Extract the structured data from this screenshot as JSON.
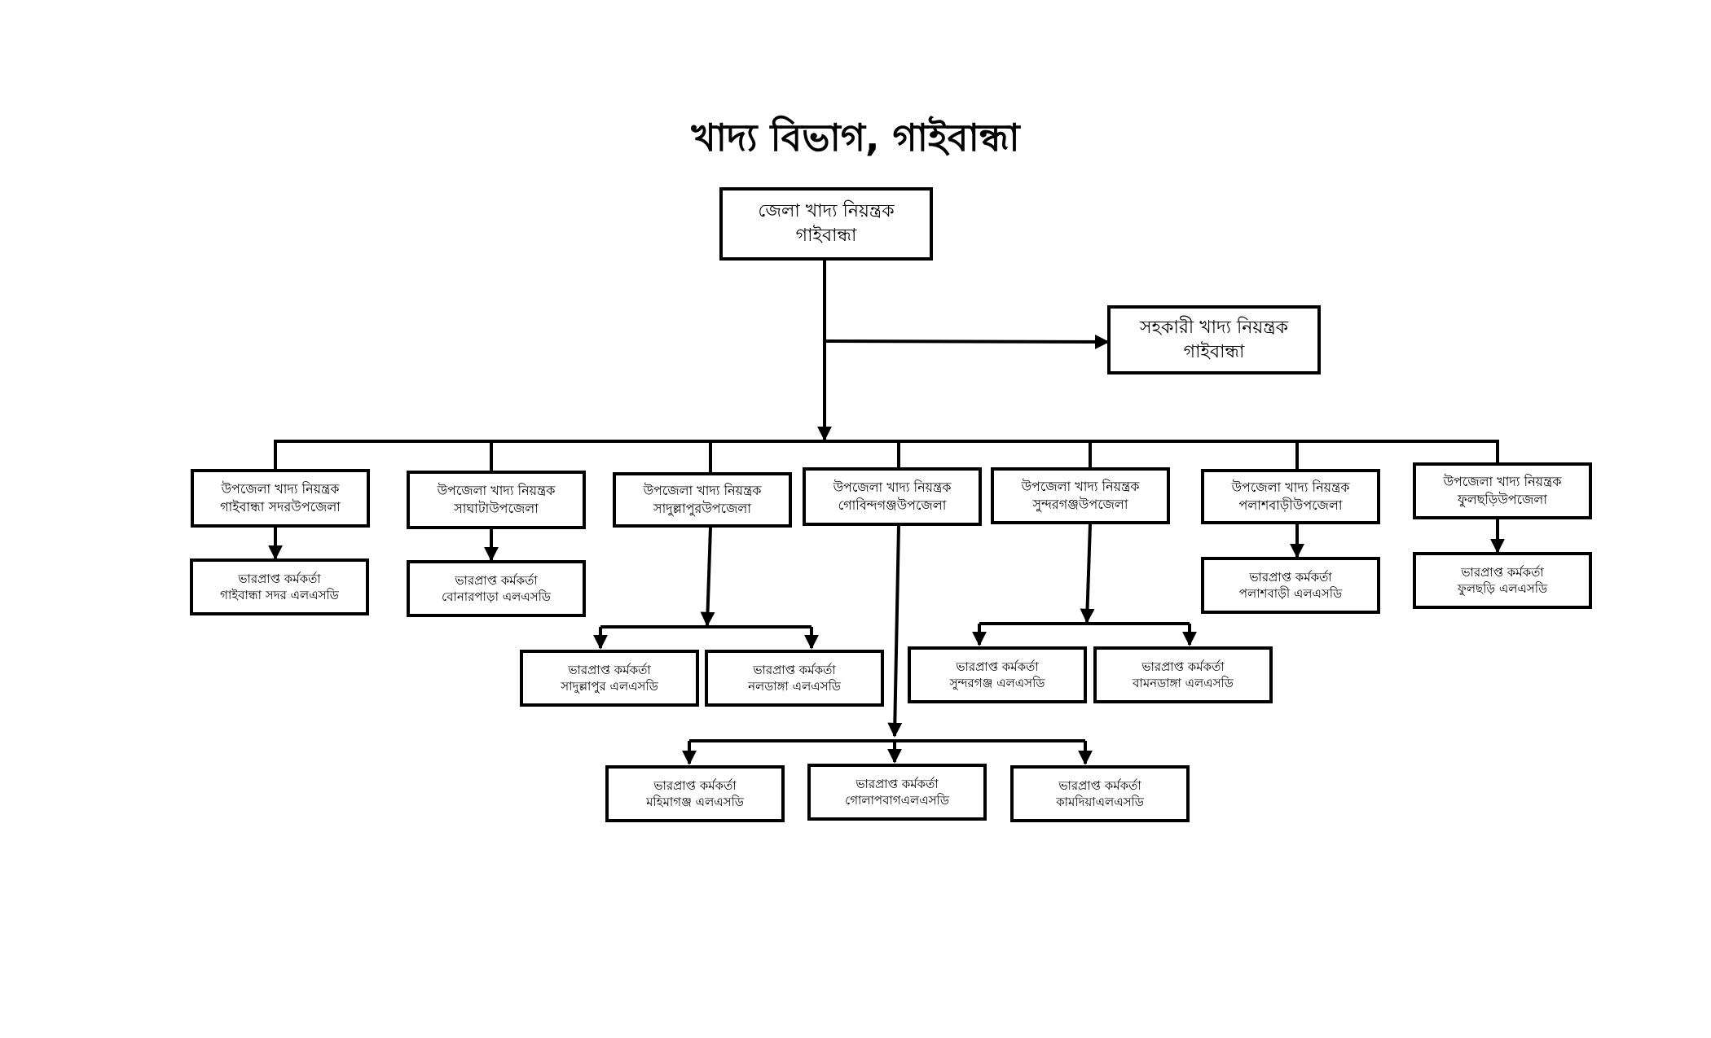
{
  "title": "খাদ্য বিভাগ, গাইবান্ধা",
  "root": {
    "line1": "জেলা খাদ্য নিয়ন্ত্রক",
    "line2": "গাইবান্ধা"
  },
  "assistant": {
    "line1": "সহকারী খাদ্য নিয়ন্ত্রক",
    "line2": "গাইবান্ধা"
  },
  "upazila": [
    {
      "line1": "উপজেলা খাদ্য নিয়ন্ত্রক",
      "line2": "গাইবান্ধা সদরউপজেলা"
    },
    {
      "line1": "উপজেলা খাদ্য নিয়ন্ত্রক",
      "line2": "সাঘাটাউপজেলা"
    },
    {
      "line1": "উপজেলা খাদ্য নিয়ন্ত্রক",
      "line2": "সাদুল্লাপুরউপজেলা"
    },
    {
      "line1": "উপজেলা খাদ্য নিয়ন্ত্রক",
      "line2": "গোবিন্দগঞ্জউপজেলা"
    },
    {
      "line1": "উপজেলা খাদ্য নিয়ন্ত্রক",
      "line2": "সুন্দরগঞ্জউপজেলা"
    },
    {
      "line1": "উপজেলা খাদ্য নিয়ন্ত্রক",
      "line2": "পলাশবাড়ীউপজেলা"
    },
    {
      "line1": "উপজেলা খাদ্য নিয়ন্ত্রক",
      "line2": "ফুলছড়িউপজেলা"
    }
  ],
  "lsd": [
    {
      "line1": "ভারপ্রাপ্ত কর্মকর্তা",
      "line2": "গাইবান্ধা সদর এলএসডি"
    },
    {
      "line1": "ভারপ্রাপ্ত কর্মকর্তা",
      "line2": "বোনারপাড়া এলএসডি"
    },
    {
      "line1": "ভারপ্রাপ্ত কর্মকর্তা",
      "line2": "সাদুল্লাপুর এলএসডি"
    },
    {
      "line1": "ভারপ্রাপ্ত কর্মকর্তা",
      "line2": "নলডাঙ্গা এলএসডি"
    },
    {
      "line1": "ভারপ্রাপ্ত কর্মকর্তা",
      "line2": "সুন্দরগঞ্জ এলএসডি"
    },
    {
      "line1": "ভারপ্রাপ্ত কর্মকর্তা",
      "line2": "বামনডাঙ্গা এলএসডি"
    },
    {
      "line1": "ভারপ্রাপ্ত কর্মকর্তা",
      "line2": "পলাশবাড়ী এলএসডি"
    },
    {
      "line1": "ভারপ্রাপ্ত কর্মকর্তা",
      "line2": "ফুলছড়ি এলএসডি"
    },
    {
      "line1": "ভারপ্রাপ্ত কর্মকর্তা",
      "line2": "মহিমাগঞ্জ এলএসডি"
    },
    {
      "line1": "ভারপ্রাপ্ত কর্মকর্তা",
      "line2": "গোলাপবাগএলএসডি"
    },
    {
      "line1": "ভারপ্রাপ্ত কর্মকর্তা",
      "line2": "কামদিয়াএলএসডি"
    }
  ]
}
